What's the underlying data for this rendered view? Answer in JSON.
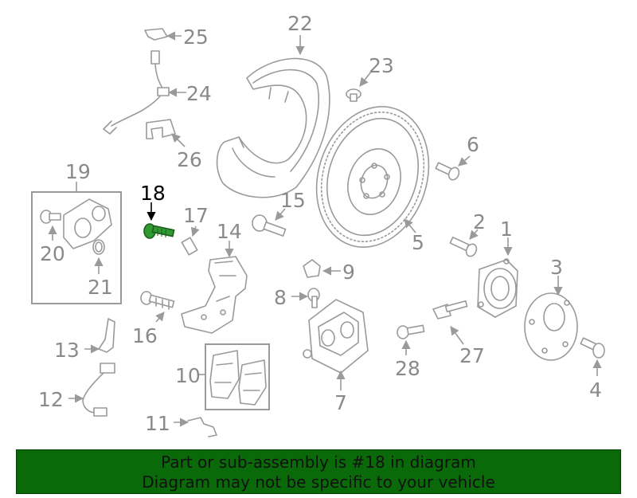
{
  "colors": {
    "highlight_part": "#2f9a2f",
    "banner_bg": "#0a6a0a",
    "line_art": "#9a9a9a"
  },
  "callouts": {
    "c1": "1",
    "c2": "2",
    "c3": "3",
    "c4": "4",
    "c5": "5",
    "c6": "6",
    "c7": "7",
    "c8": "8",
    "c9": "9",
    "c10": "10",
    "c11": "11",
    "c12": "12",
    "c13": "13",
    "c14": "14",
    "c15": "15",
    "c16": "16",
    "c17": "17",
    "c18": "18",
    "c19": "19",
    "c20": "20",
    "c21": "21",
    "c22": "22",
    "c23": "23",
    "c24": "24",
    "c25": "25",
    "c26": "26",
    "c27": "27",
    "c28": "28"
  },
  "highlighted_callout": "18",
  "banner": {
    "line1": "Part or sub-assembly is #18 in diagram",
    "line2": "Diagram may not be specific to your vehicle"
  }
}
